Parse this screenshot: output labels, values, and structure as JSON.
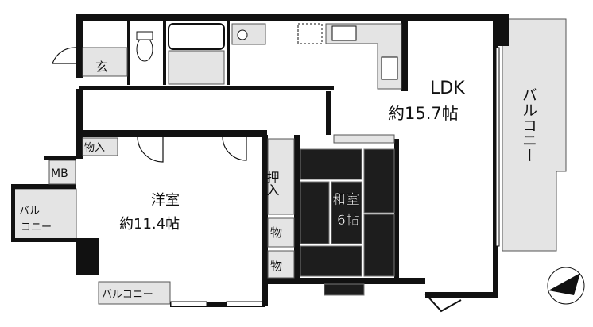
{
  "rooms": {
    "ldk": {
      "name": "LDK",
      "size": "約15.7帖"
    },
    "western": {
      "name": "洋室",
      "size": "約11.4帖"
    },
    "japanese": {
      "name": "和室",
      "size": "6帖"
    },
    "entrance": "玄",
    "closet_oshiire": "押入",
    "storage_1": "物",
    "storage_2": "物",
    "storage_entry": "物入",
    "meter_box": "MB",
    "balcony_main": "バルコニー",
    "balcony_left_1": "バル",
    "balcony_left_2": "コニー",
    "balcony_bottom": "バルコニー"
  }
}
